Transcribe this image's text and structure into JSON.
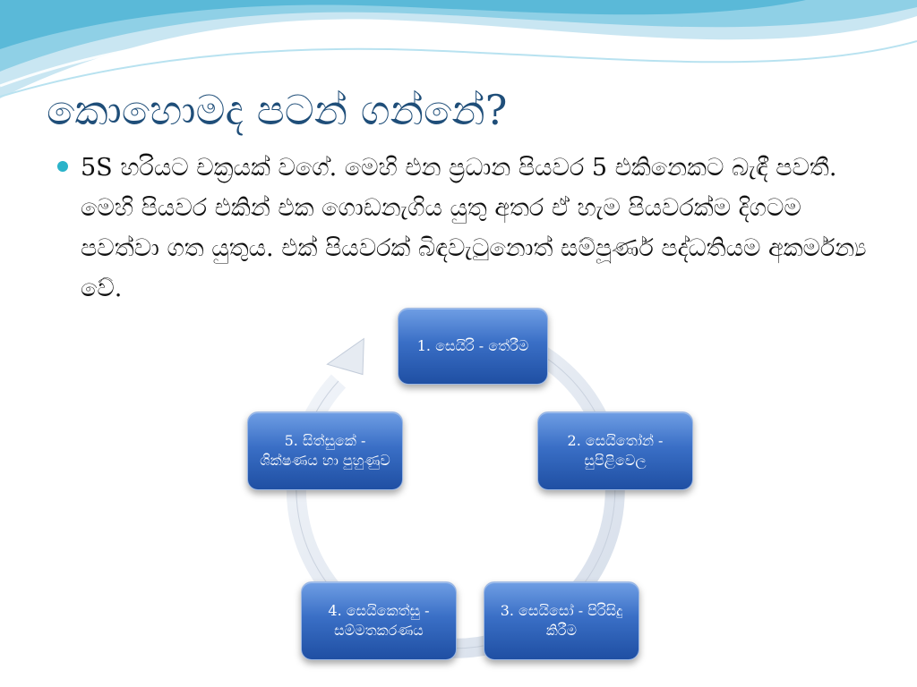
{
  "slide": {
    "title": "කොහොමද පටන් ගන්නේ?",
    "bullet": "5S හරියට චක්‍රයක් වගේ. මෙහි එන ප්‍රධාන පියවර 5 එකිනෙකට බැඳී පවතී. මෙහි පියවර එකින් එක ගොඩනැගිය යුතු අතර ඒ හැම පියවරක්ම දිගටම පවත්වා ගත යුතුය. එක් පියවරක් බිඳවැටුනොත් සම්පූර්ණ පද්ධතියම අකර්මන්‍ය වේ.",
    "colors": {
      "title": "#1f4e79",
      "bullet": "#2bb3c9",
      "box": "#3a6fc6",
      "arrow": "#dfe6f0"
    }
  },
  "cycle": {
    "steps": [
      {
        "label": "1. සෙයිරි - තේරීම"
      },
      {
        "label": "2. සෙයිතෝන් - සුපිළිවෙල"
      },
      {
        "label": "3. සෙයිසෝ - පිරිසිදු කිරීම"
      },
      {
        "label": "4. සෙයිකෙත්සු - සම්මතකරණය"
      },
      {
        "label": "5. සිත්සුකේ - ශික්ෂණය හා පුහුණුව"
      }
    ]
  }
}
